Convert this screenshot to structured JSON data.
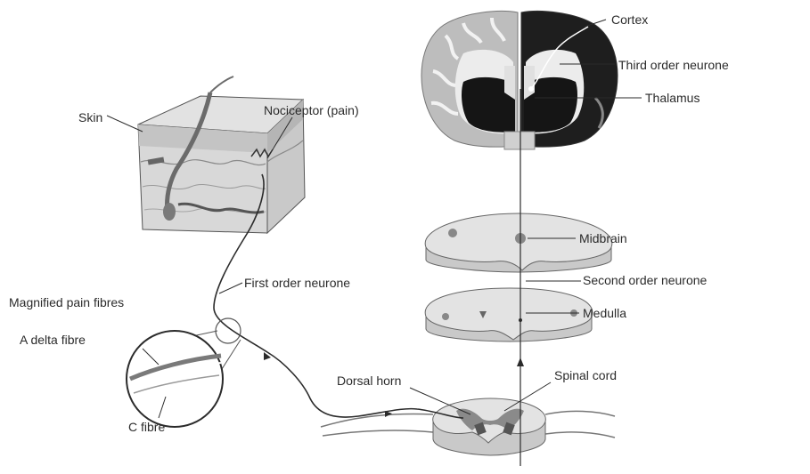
{
  "labels": {
    "skin": "Skin",
    "nociceptor": "Nociceptor (pain)",
    "cortex": "Cortex",
    "third_order": "Third order neurone",
    "thalamus": "Thalamus",
    "midbrain": "Midbrain",
    "second_order": "Second order neurone",
    "medulla": "Medulla",
    "spinal_cord": "Spinal cord",
    "dorsal_horn": "Dorsal horn",
    "first_order": "First order neurone",
    "magnified": "Magnified pain fibres",
    "a_delta": "A delta fibre",
    "c_fibre": "C fibre"
  },
  "colors": {
    "ink": "#2b2b2b",
    "brain_dark": "#1a1a1a",
    "tissue_light": "#dcdcdc",
    "tissue_mid": "#bdbdbd"
  }
}
